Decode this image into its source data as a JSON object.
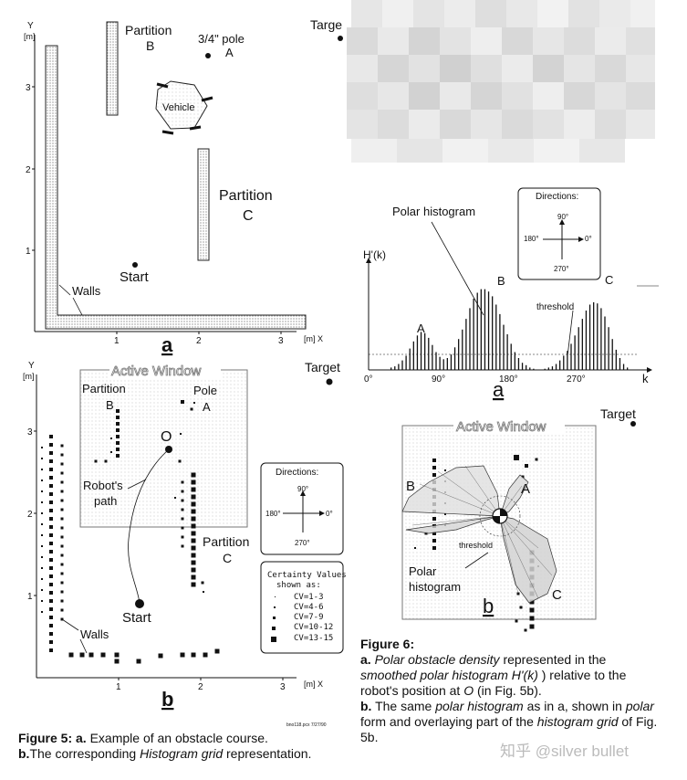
{
  "fig5a": {
    "y_axis": "Y",
    "y_unit": "[m]",
    "y_ticks": [
      "1",
      "2",
      "3"
    ],
    "x_ticks": [
      "1",
      "2",
      "3"
    ],
    "x_axis_unit": "[m] X",
    "partition_b": "Partition",
    "partition_b_letter": "B",
    "pole_label": "3/4\" pole",
    "pole_letter": "A",
    "vehicle": "Vehicle",
    "partition_c": "Partition",
    "partition_c_letter": "C",
    "start": "Start",
    "walls": "Walls",
    "target": "Targe",
    "panel_letter": "a"
  },
  "fig5b": {
    "y_axis": "Y",
    "y_unit": "[m]",
    "y_ticks": [
      "1",
      "2",
      "3"
    ],
    "x_ticks": [
      "1",
      "2",
      "3"
    ],
    "x_axis_unit": "[m] X",
    "active_window": "Active Window",
    "partition_b": "Partition",
    "partition_b_letter": "B",
    "pole": "Pole",
    "pole_letter": "A",
    "point_o": "O",
    "robots": "Robot's",
    "path": "path",
    "partition_c": "Partition",
    "partition_c_letter": "C",
    "start": "Start",
    "walls": "Walls",
    "target": "Target",
    "panel_letter": "b",
    "directions": {
      "title": "Directions:",
      "d90": "90°",
      "d0": "0°",
      "d180": "180°",
      "d270": "270°"
    },
    "certainty": {
      "title1": "Certainty Values",
      "title2": "shown as:",
      "items": [
        "CV=1-3",
        "CV=4-6",
        "CV=7-9",
        "CV=10-12",
        "CV=13-15"
      ]
    },
    "file_note": "bno118.pcx 7/27/90"
  },
  "fig6a": {
    "y_label": "H'(k)",
    "polar_histogram_label": "Polar histogram",
    "threshold_label": "threshold",
    "peaks": [
      "A",
      "B",
      "C"
    ],
    "x_ticks": [
      "0°",
      "90°",
      "180°",
      "270°"
    ],
    "x_axis": "k",
    "panel_letter": "a",
    "directions": {
      "title": "Directions:",
      "d90": "90°",
      "d0": "0°",
      "d180": "180°",
      "d270": "270°"
    }
  },
  "fig6b": {
    "active_window": "Active Window",
    "target": "Target",
    "label_b": "B",
    "label_a": "A",
    "label_c": "C",
    "threshold": "threshold",
    "polar1": "Polar",
    "polar2": "histogram",
    "panel_letter": "b"
  },
  "captions": {
    "fig5_label": "Figure 5:",
    "fig5_a": "a.",
    "fig5_a_text": "Example of an obstacle course.",
    "fig5_b": "b.",
    "fig5_b_text1": "The corresponding",
    "fig5_b_italic": "Histogram grid",
    "fig5_b_text2": "representation.",
    "fig6_label": "Figure 6:",
    "fig6_a": "a.",
    "fig6_a_i1": "Polar obstacle density",
    "fig6_a_t1": "represented in the",
    "fig6_a_i2": "smoothed polar histogram H'(k)",
    "fig6_a_t2": ") relative to the robot's position at",
    "fig6_a_i3": "O",
    "fig6_a_t3": "(in Fig. 5b).",
    "fig6_b": "b.",
    "fig6_b_t1": "The same",
    "fig6_b_i1": "polar histogram",
    "fig6_b_t2": "as in a, shown in",
    "fig6_b_i2": "polar",
    "fig6_b_t3": "form and overlaying part of the",
    "fig6_b_i3": "histogram grid",
    "fig6_b_t4": "of Fig. 5b."
  },
  "watermark": "知乎 @silver bullet",
  "chart_data": {
    "type": "bar",
    "title": "",
    "xlabel": "k",
    "ylabel": "H'(k)",
    "x_ticks": [
      "0°",
      "90°",
      "180°",
      "270°"
    ],
    "xlim": [
      0,
      360
    ],
    "ylim": [
      0,
      1
    ],
    "threshold": 0.13,
    "peaks": [
      {
        "label": "A",
        "center_deg": 70,
        "height": 0.32
      },
      {
        "label": "B",
        "center_deg": 160,
        "height": 0.68
      },
      {
        "label": "C",
        "center_deg": 305,
        "height": 0.57
      }
    ],
    "bar_spacing_deg": 5,
    "x": [
      0,
      5,
      10,
      15,
      20,
      25,
      30,
      35,
      40,
      45,
      50,
      55,
      60,
      65,
      70,
      75,
      80,
      85,
      90,
      95,
      100,
      105,
      110,
      115,
      120,
      125,
      130,
      135,
      140,
      145,
      150,
      155,
      160,
      165,
      170,
      175,
      180,
      185,
      190,
      195,
      200,
      205,
      210,
      215,
      220,
      225,
      230,
      235,
      240,
      245,
      250,
      255,
      260,
      265,
      270,
      275,
      280,
      285,
      290,
      295,
      300,
      305,
      310,
      315,
      320,
      325,
      330,
      335,
      340,
      345,
      350,
      355
    ],
    "values": [
      0,
      0,
      0,
      0,
      0,
      0,
      0.02,
      0.03,
      0.05,
      0.08,
      0.12,
      0.18,
      0.24,
      0.29,
      0.32,
      0.31,
      0.27,
      0.21,
      0.15,
      0.11,
      0.09,
      0.1,
      0.13,
      0.19,
      0.26,
      0.34,
      0.43,
      0.52,
      0.6,
      0.65,
      0.68,
      0.68,
      0.66,
      0.62,
      0.55,
      0.47,
      0.38,
      0.3,
      0.22,
      0.15,
      0.1,
      0.06,
      0.04,
      0.02,
      0.01,
      0,
      0,
      0.01,
      0.02,
      0.03,
      0.05,
      0.08,
      0.12,
      0.16,
      0.22,
      0.29,
      0.36,
      0.43,
      0.5,
      0.55,
      0.57,
      0.56,
      0.52,
      0.45,
      0.36,
      0.26,
      0.17,
      0.1,
      0.05,
      0.02,
      0,
      0
    ]
  }
}
